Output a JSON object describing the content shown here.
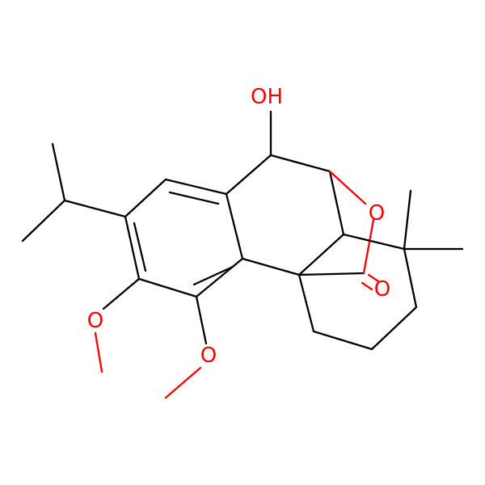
{
  "labels": {
    "hydroxyl": "OH",
    "lactone_ring_oxygen": "O",
    "carbonyl_oxygen": "O",
    "methoxy_oxygen_left": "O",
    "methoxy_oxygen_right": "O"
  },
  "colors": {
    "bond": "#000000",
    "heteroatom": "#ff0000",
    "background": "#ffffff"
  }
}
